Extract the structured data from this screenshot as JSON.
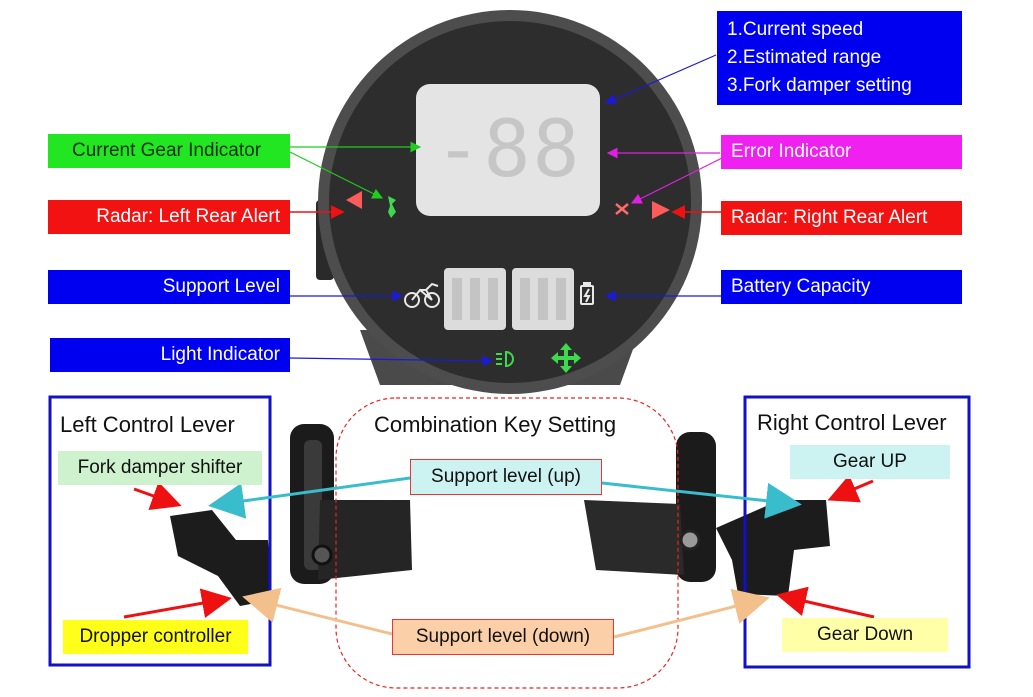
{
  "display": {
    "digits": "-88",
    "info_lines": [
      "1.Current speed",
      "2.Estimated range",
      "3.Fork damper setting"
    ]
  },
  "labels": {
    "current_gear": "Current Gear Indicator",
    "error": "Error Indicator",
    "radar_left": "Radar: Left Rear Alert",
    "radar_right": "Radar: Right Rear Alert",
    "support_level": "Support Level",
    "battery": "Battery Capacity",
    "light": "Light Indicator"
  },
  "left_lever": {
    "title": "Left Control Lever",
    "fork": "Fork damper shifter",
    "dropper": "Dropper controller"
  },
  "right_lever": {
    "title": "Right Control Lever",
    "gear_up": "Gear UP",
    "gear_down": "Gear Down"
  },
  "combo": {
    "title": "Combination Key Setting",
    "up": "Support level (up)",
    "down": "Support level (down)"
  },
  "colors": {
    "label_blue": "#0000f0",
    "label_green": "#22e622",
    "label_red": "#f21212",
    "label_magenta": "#f020f0",
    "callout_cyan": "#ccf2f2",
    "callout_yellow": "#ffff1a",
    "callout_mint": "#cdf2cd",
    "callout_peach": "#fbcfa8"
  }
}
